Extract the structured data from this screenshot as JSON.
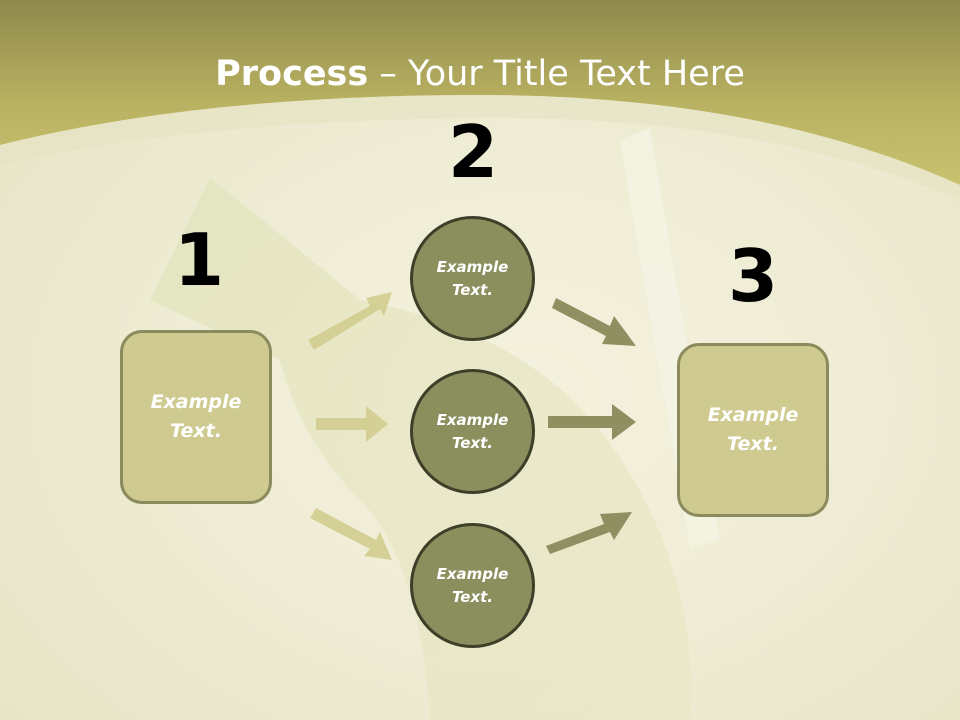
{
  "title": {
    "bold": "Process",
    "rest": " – Your Title Text Here"
  },
  "steps": {
    "one": "1",
    "two": "2",
    "three": "3"
  },
  "left_box": {
    "line1": "Example",
    "line2": "Text."
  },
  "right_box": {
    "line1": "Example",
    "line2": "Text."
  },
  "circles": [
    {
      "line1": "Example",
      "line2": "Text."
    },
    {
      "line1": "Example",
      "line2": "Text."
    },
    {
      "line1": "Example",
      "line2": "Text."
    }
  ],
  "colors": {
    "header": "#bfb863",
    "box_fill": "#cfca8f",
    "circle_fill": "#8b8f5e",
    "arrow_light": "#d2cd8f",
    "arrow_dark": "#8f8f62"
  }
}
